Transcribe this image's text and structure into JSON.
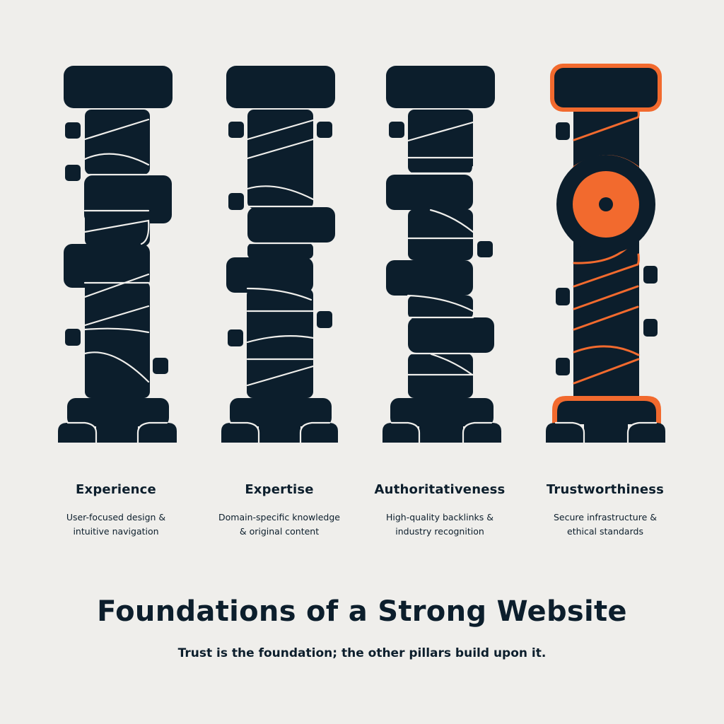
{
  "colors": {
    "background": "#EFEEEB",
    "navy": "#0C1E2C",
    "accent": "#F26A2E",
    "seam": "#EFEEEB"
  },
  "pillars": [
    {
      "title": "Experience",
      "description_line1": "User-focused design &",
      "description_line2": "intuitive navigation",
      "highlighted": false,
      "icon": "pillar-icon"
    },
    {
      "title": "Expertise",
      "description_line1": "Domain-specific knowledge",
      "description_line2": "& original content",
      "highlighted": false,
      "icon": "pillar-icon"
    },
    {
      "title": "Authoritativeness",
      "description_line1": "High-quality backlinks &",
      "description_line2": "industry recognition",
      "highlighted": false,
      "icon": "pillar-icon"
    },
    {
      "title": "Trustworthiness",
      "description_line1": "Secure infrastructure &",
      "description_line2": "ethical standards",
      "highlighted": true,
      "icon": "pillar-with-shield-disc-icon"
    }
  ],
  "title": "Foundations of a Strong Website",
  "subtitle": "Trust is the foundation; the other pillars build upon it."
}
